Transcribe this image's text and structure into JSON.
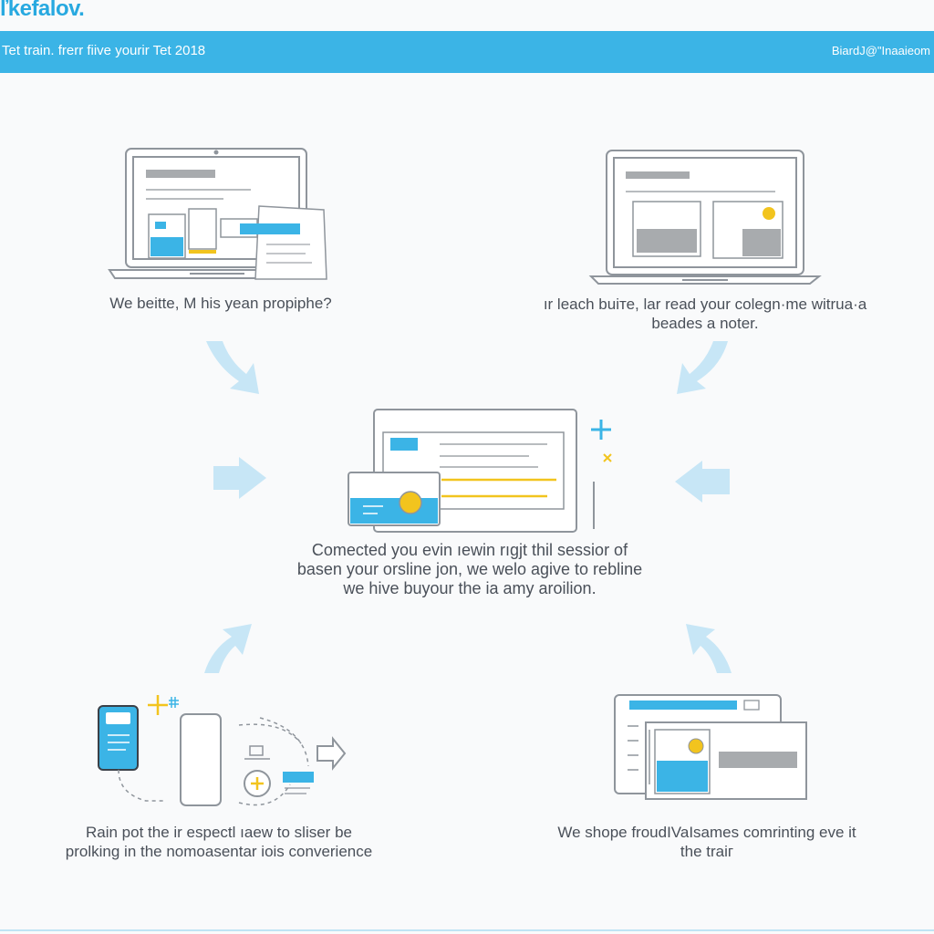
{
  "brand": {
    "logo_text": "ľkefalov."
  },
  "banner": {
    "left_text": "Tet train. frerr fiive yourir Tet 2018",
    "right_text": "BiardJ@\"Inaaieom"
  },
  "captions": {
    "top_left": "We beitte, M his yean propiphe?",
    "top_right_line1": "ır leach buiте, lar read your colegn·me witrua·a",
    "top_right_line2": "beades a noter.",
    "center_line1": "Comected you evin ıewin rıgjt thil sessior of",
    "center_line2": "basen your orsline jon, we welo agive to rebline",
    "center_line3": "we hive buyour the ia amy aroilion.",
    "bottom_left_line1": "Rain pot the ir espectl ıаew to sliser be",
    "bottom_left_line2": "prolking in the nomoasentar iois converience",
    "bottom_right_line1": "We shope froudIVaIsames comrinting eve it",
    "bottom_right_line2": "the traiг"
  },
  "icons": {
    "laptop_left": "laptop-with-documents-icon",
    "laptop_right": "laptop-with-panels-icon",
    "center_monitor": "monitor-with-card-icon",
    "phone": "mobile-device-icon",
    "tablet": "tablet-with-card-icon"
  },
  "colors": {
    "accent": "#3bb4e6",
    "arrow": "#c7e6f6",
    "yellow": "#f2c41e",
    "line": "#8f959c",
    "gray_block": "#a8abae"
  }
}
